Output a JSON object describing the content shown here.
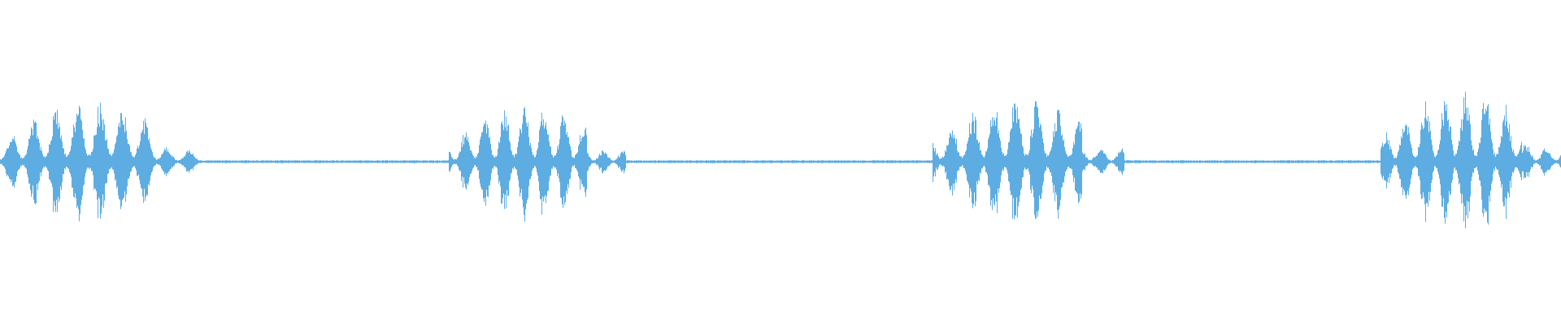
{
  "waveform": {
    "color": "#5dade2",
    "background": "#ffffff",
    "segments": [
      {
        "start": 0.0,
        "end": 0.128,
        "amplitude": 0.85
      },
      {
        "start": 0.287,
        "end": 0.401,
        "amplitude": 0.8
      },
      {
        "start": 0.597,
        "end": 0.72,
        "amplitude": 0.9
      },
      {
        "start": 0.884,
        "end": 1.0,
        "amplitude": 1.0
      }
    ]
  }
}
